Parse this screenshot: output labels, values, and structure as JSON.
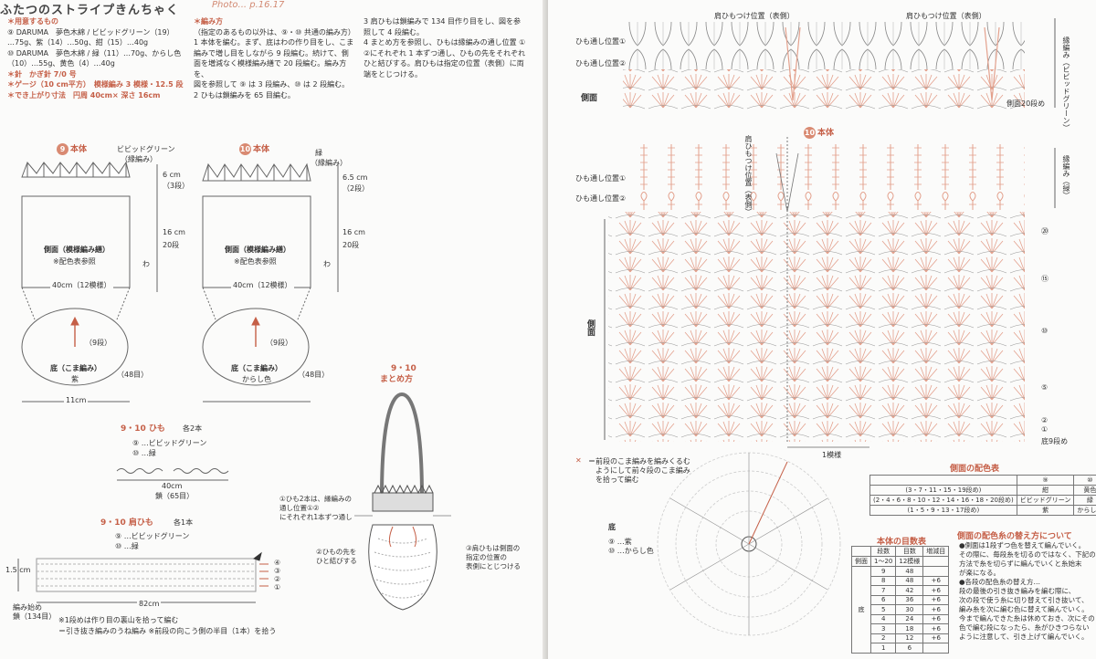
{
  "header": {
    "title": "ふたつのストライプきんちゃく",
    "photo_ref": "Photo... p.16.17"
  },
  "materials": {
    "heading": "＊用意するもの",
    "lines": [
      "⑨ DARUMA　夢色木綿 / ビビッドグリーン（19）",
      "…75g、紫（14）…50g、紺（15）…40g",
      "⑩ DARUMA　夢色木綿 / 緑（11）…70g、からし色",
      "（10）…55g、黄色（4）…40g"
    ],
    "needle": "＊針　かぎ針 7/0 号",
    "gauge": "＊ゲージ（10 cm平方）　模様編み 3 模様・12.5 段",
    "size": "＊でき上がり寸法　円周 40cm× 深さ 16cm"
  },
  "method": {
    "heading": "＊編み方",
    "lines": [
      "（指定のあるもの以外は、⑨・⑩ 共通の編み方）",
      "1 本体を編む。まず、底はわの作り目をし、こま",
      "編みで増し目をしながら 9 段編む。続けて、側",
      "面を増減なく模様編み繕で 20 段編む。編み方を、",
      "図を参照して ⑨ は 3 段編み、⑩ は 2 段編む。",
      "2 ひもは鎖編みを 65 目編む。"
    ]
  },
  "method2": {
    "lines": [
      "3 肩ひもは鎖編みで 134 目作り目をし、図を参",
      "照して 4 段編む。",
      "4 まとめ方を参照し、ひもは縁編みの通し位置 ①",
      "②にそれぞれ 1 本ずつ通し、ひもの先をそれぞれ",
      "ひと結びする。肩ひもは指定の位置（表側）に両",
      "端をとじつける。"
    ]
  },
  "body9": {
    "title": "本体",
    "num": "9",
    "color_note": "ビビッドグリーン",
    "color_note2": "（縁編み）",
    "edge_cm": "6 cm",
    "edge_rows": "（3段）",
    "side_cm": "16 cm",
    "side_rows": "20段",
    "side_label": "側面（模様編み繕）",
    "side_note": "※配色表参照",
    "circumference": "40cm（12模様）",
    "wa": "わ",
    "bottom_rows": "（9段）",
    "bottom_label": "底（こま編み）",
    "bottom_color": "紫",
    "stitches": "（48目）",
    "diameter": "11cm"
  },
  "body10": {
    "title": "本体",
    "num": "10",
    "color_note": "緑",
    "color_note2": "（縁編み）",
    "edge_cm": "6.5 cm",
    "edge_rows": "（2段）",
    "side_cm": "16 cm",
    "side_rows": "20段",
    "side_label": "側面（模様編み繕）",
    "side_note": "※配色表参照",
    "circumference": "40cm（12模様）",
    "wa": "わ",
    "bottom_rows": "（9段）",
    "bottom_label": "底（こま編み）",
    "bottom_color": "からし色",
    "stitches": "（48目）"
  },
  "himo": {
    "title": "9・10 ひも",
    "count": "各2本",
    "c9": "⑨ …ビビッドグリーン",
    "c10": "⑩ …緑",
    "length": "40cm",
    "chain": "鎖（65目）"
  },
  "katahimo": {
    "title": "9・10 肩ひも",
    "count": "各1本",
    "c9": "⑨ …ビビッドグリーン",
    "c10": "⑩ …緑",
    "width": "1.5 cm",
    "length": "82cm",
    "start": "編み始め",
    "start2": "鎖（134目）",
    "row4": "④",
    "row3": "③",
    "row2": "②",
    "row1": "①",
    "note1": "※1段めは作り目の裏山を拾って編む",
    "note2": "＝引き抜き編みのうね編み ※前段の向こう側の半目（1本）を拾う"
  },
  "matome": {
    "title": "9・10",
    "title2": "まとめ方",
    "n1": "①ひも2本は、縁編みの",
    "n1b": "通し位置①②",
    "n1c": "にそれぞれ1本ずつ通し",
    "n2": "②ひもの先を",
    "n2b": "ひと結びする",
    "n3": "③肩ひもは側面の",
    "n3b": "指定の位置の",
    "n3c": "表側にとじつける"
  },
  "right": {
    "header_pos1": "肩ひもつけ位置（表側）",
    "header_pos2": "肩ひもつけ位置（表側）",
    "pass1": "ひも通し位置①",
    "pass2": "ひも通し位置②",
    "side": "側面",
    "edge9": "縁編み（ビビッドグリーン）",
    "side20": "側面20段め",
    "title10": "本体",
    "num10": "10",
    "pass1b": "ひも通し位置①",
    "pass2b": "ひも通し位置②",
    "edge10": "縁編み（緑）",
    "strap_pos": "肩ひもつけ位置（表側）",
    "side_b": "側面",
    "rows": [
      "⑳",
      "⑮",
      "⑩",
      "⑤",
      "②",
      "①"
    ],
    "bottom9": "底9段め",
    "one_pattern": "1模様",
    "legend_x": "＝前段のこま編みを編みくるむ",
    "legend_x2": "ようにして前々段のこま編み",
    "legend_x3": "を拾って編む",
    "bottom": "底",
    "bottom_c9": "⑨ …紫",
    "bottom_c10": "⑩ …からし色"
  },
  "color_table": {
    "title": "側面の配色表",
    "headers": [
      "",
      "⑨",
      "⑩"
    ],
    "rows": [
      [
        "(3・7・11・15・19段め)",
        "紺",
        "黄色"
      ],
      [
        "(2・4・6・8・10・12・14・16・18・20段め)",
        "ビビッドグリーン",
        "緑"
      ],
      [
        "(1・5・9・13・17段め)",
        "紫",
        "からし色"
      ]
    ]
  },
  "count_table": {
    "title": "本体の目数表",
    "headers": [
      "",
      "段数",
      "目数",
      "増減目"
    ],
    "section1": "側面",
    "section2": "底",
    "rows": [
      [
        "1〜20",
        "12模様",
        ""
      ],
      [
        "9",
        "48",
        ""
      ],
      [
        "8",
        "48",
        "+6"
      ],
      [
        "7",
        "42",
        "+6"
      ],
      [
        "6",
        "36",
        "+6"
      ],
      [
        "5",
        "30",
        "+6"
      ],
      [
        "4",
        "24",
        "+6"
      ],
      [
        "3",
        "18",
        "+6"
      ],
      [
        "2",
        "12",
        "+6"
      ],
      [
        "1",
        "6",
        ""
      ]
    ]
  },
  "change_note": {
    "title": "側面の配色糸の替え方について",
    "lines": [
      "●側面は1段ずつ色を替えて編んでいく。",
      "その際に、毎段糸を切るのではなく、下記の",
      "方法で糸を切らずに編んでいくと糸始末",
      "が楽になる。",
      "●各段の配色糸の替え方…",
      "段の最後の引き抜き編みを編む際に、",
      "次の段で使う糸に切り替えて引き抜いて、",
      "編み糸を次に編む色に替えて編んでいく。",
      "今まで編んできた糸は休めておき、次にその",
      "色で編む段になったら、糸がひきつらない",
      "ように注意して、引き上げて編んでいく。"
    ]
  },
  "colors": {
    "accent": "#c55f47",
    "pink": "#d98a72",
    "line": "#555555"
  }
}
